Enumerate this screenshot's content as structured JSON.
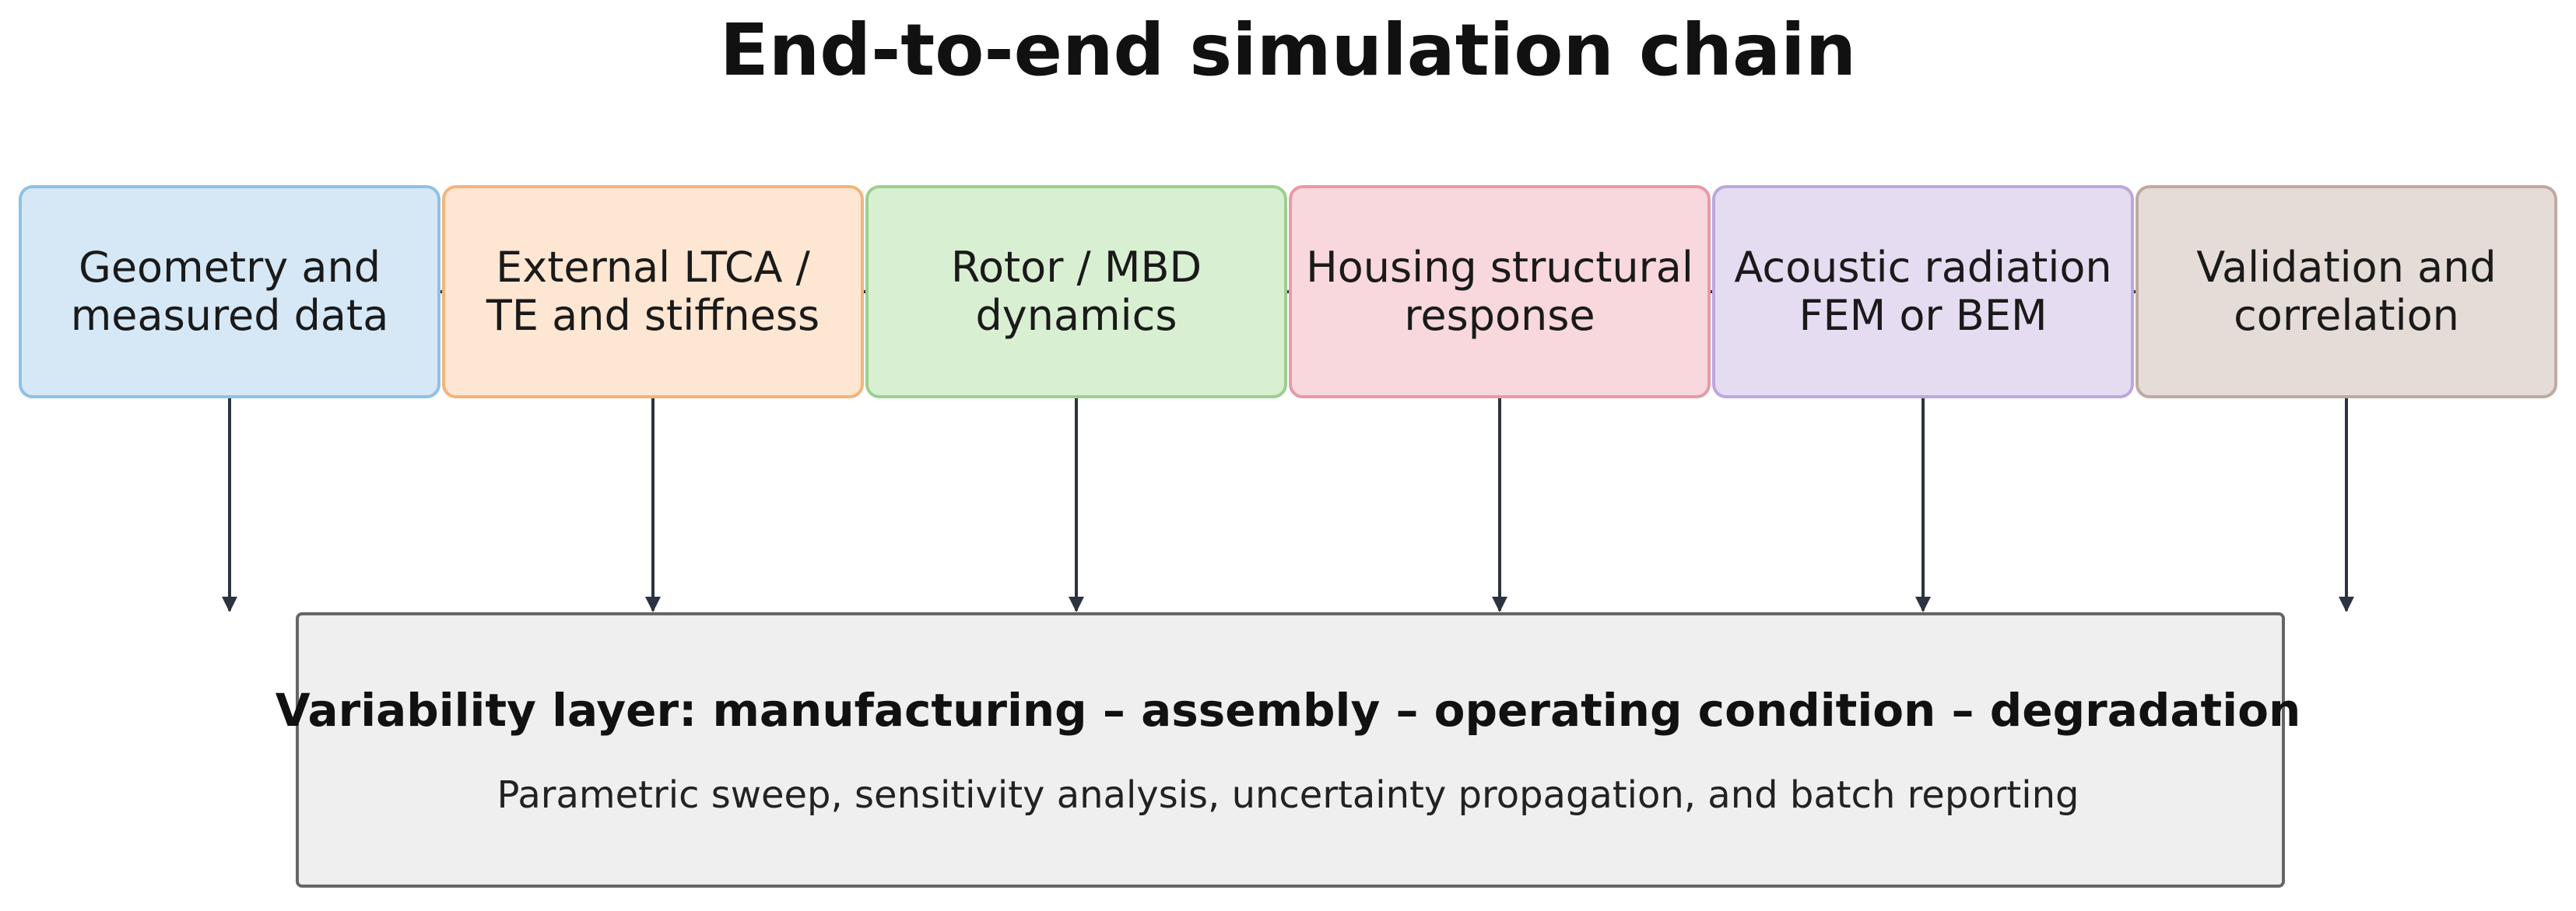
{
  "title": "End-to-end simulation chain",
  "stages": [
    {
      "id": "geometry",
      "label": "Geometry and\nmeasured data",
      "fill": "#d6e8f6",
      "stroke": "#8ec1e6"
    },
    {
      "id": "ltca",
      "label": "External LTCA /\nTE and stiffness",
      "fill": "#fde6d2",
      "stroke": "#f4b47a"
    },
    {
      "id": "rotor",
      "label": "Rotor / MBD\ndynamics",
      "fill": "#d9efd2",
      "stroke": "#9ccf8e"
    },
    {
      "id": "housing",
      "label": "Housing structural\nresponse",
      "fill": "#f8d7dd",
      "stroke": "#e89aa6"
    },
    {
      "id": "acoustic",
      "label": "Acoustic radiation\nFEM or BEM",
      "fill": "#e5dcf2",
      "stroke": "#bca8dc"
    },
    {
      "id": "validation",
      "label": "Validation and\ncorrelation",
      "fill": "#e6dcd7",
      "stroke": "#bfaaa1"
    }
  ],
  "variability": {
    "title": "Variability layer: manufacturing – assembly – operating condition – degradation",
    "subtitle": "Parametric sweep, sensitivity analysis, uncertainty propagation, and batch reporting"
  },
  "colors": {
    "connector": "#2b3440",
    "variability_fill": "#efefef",
    "variability_stroke": "#666666"
  }
}
